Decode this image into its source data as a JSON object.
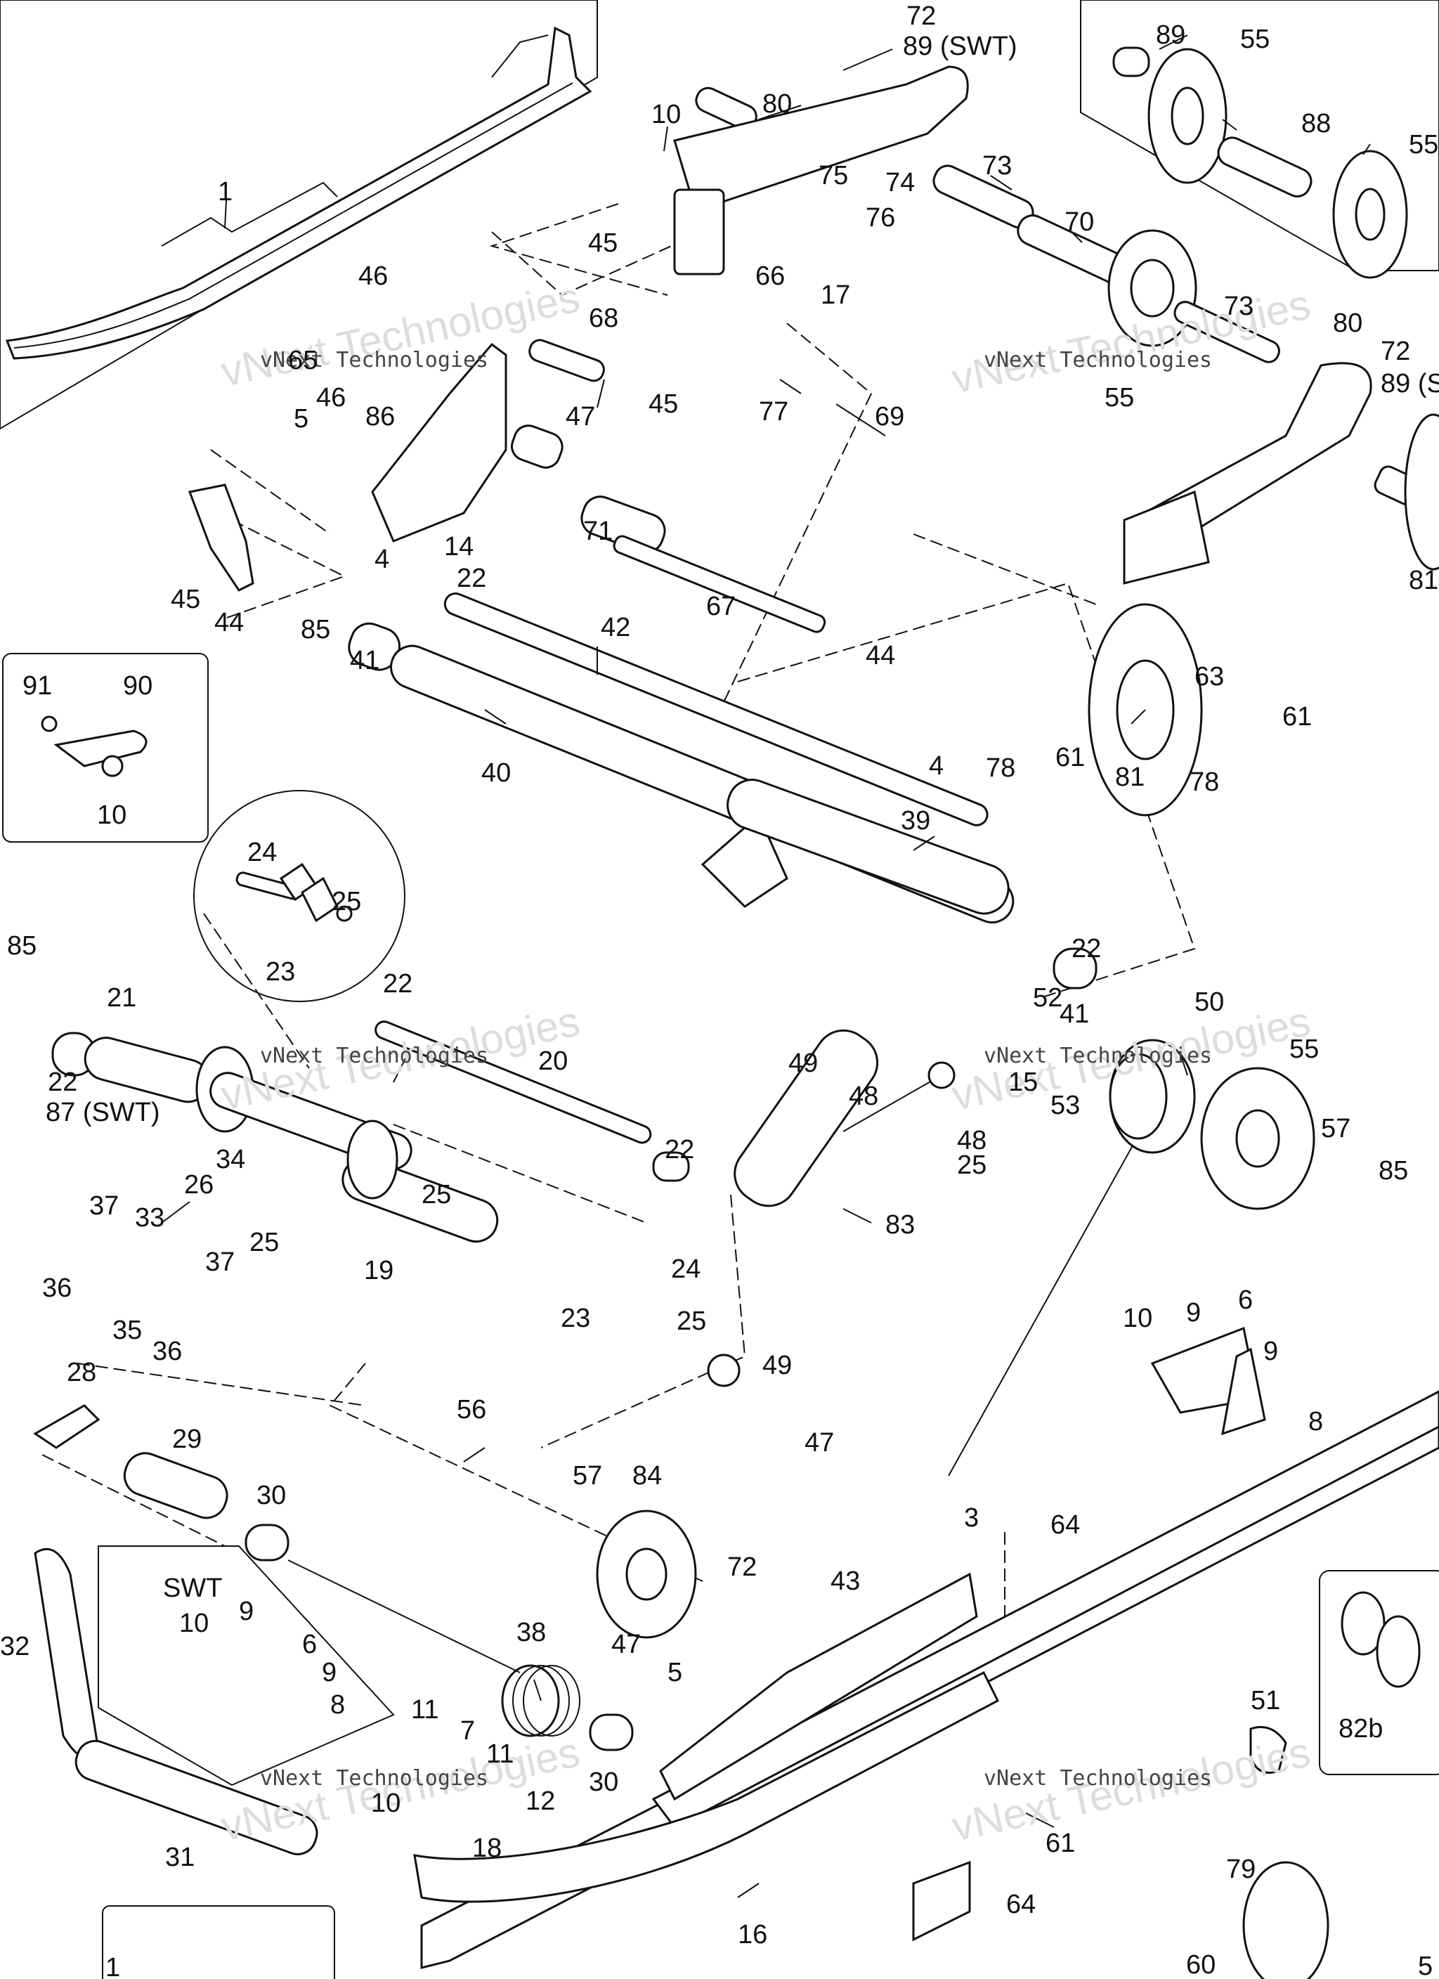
{
  "diagram": {
    "callouts": [
      {
        "id": "c1",
        "text": "1"
      },
      {
        "id": "c72a",
        "text": "72"
      },
      {
        "id": "c89swt",
        "text": "89 (SWT)"
      },
      {
        "id": "c80a",
        "text": "80"
      },
      {
        "id": "c10a",
        "text": "10"
      },
      {
        "id": "c89a",
        "text": "89"
      },
      {
        "id": "c55a",
        "text": "55"
      },
      {
        "id": "c88",
        "text": "88"
      },
      {
        "id": "c55b",
        "text": "55"
      },
      {
        "id": "c74",
        "text": "74"
      },
      {
        "id": "c75",
        "text": "75"
      },
      {
        "id": "c76",
        "text": "76"
      },
      {
        "id": "c73a",
        "text": "73"
      },
      {
        "id": "c70",
        "text": "70"
      },
      {
        "id": "c45a",
        "text": "45"
      },
      {
        "id": "c66",
        "text": "66"
      },
      {
        "id": "c17",
        "text": "17"
      },
      {
        "id": "c46a",
        "text": "46"
      },
      {
        "id": "c68",
        "text": "68"
      },
      {
        "id": "c65",
        "text": "65"
      },
      {
        "id": "c86",
        "text": "86"
      },
      {
        "id": "c47a",
        "text": "47"
      },
      {
        "id": "c45b",
        "text": "45"
      },
      {
        "id": "c77",
        "text": "77"
      },
      {
        "id": "c69",
        "text": "69"
      },
      {
        "id": "c55c",
        "text": "55"
      },
      {
        "id": "c73b",
        "text": "73"
      },
      {
        "id": "c80b",
        "text": "80"
      },
      {
        "id": "c72b",
        "text": "72"
      },
      {
        "id": "c89b",
        "text": "89 (S"
      },
      {
        "id": "c5a",
        "text": "5"
      },
      {
        "id": "c46b",
        "text": "46"
      },
      {
        "id": "c71",
        "text": "71"
      },
      {
        "id": "c14",
        "text": "14"
      },
      {
        "id": "c4a",
        "text": "4"
      },
      {
        "id": "c45c",
        "text": "45"
      },
      {
        "id": "c44a",
        "text": "44"
      },
      {
        "id": "c67",
        "text": "67"
      },
      {
        "id": "c81a",
        "text": "81"
      },
      {
        "id": "c22a",
        "text": "22"
      },
      {
        "id": "c85a",
        "text": "85"
      },
      {
        "id": "c41a",
        "text": "41"
      },
      {
        "id": "c42",
        "text": "42"
      },
      {
        "id": "c44b",
        "text": "44"
      },
      {
        "id": "c63",
        "text": "63"
      },
      {
        "id": "c61a",
        "text": "61"
      },
      {
        "id": "c4b",
        "text": "4"
      },
      {
        "id": "c78a",
        "text": "78"
      },
      {
        "id": "c61b",
        "text": "61"
      },
      {
        "id": "c81b",
        "text": "81"
      },
      {
        "id": "c78b",
        "text": "78"
      },
      {
        "id": "c91",
        "text": "91"
      },
      {
        "id": "c90",
        "text": "90"
      },
      {
        "id": "c10b",
        "text": "10"
      },
      {
        "id": "c40",
        "text": "40"
      },
      {
        "id": "c39",
        "text": "39"
      },
      {
        "id": "c24a",
        "text": "24"
      },
      {
        "id": "c25a",
        "text": "25"
      },
      {
        "id": "c23a",
        "text": "23"
      },
      {
        "id": "c85b",
        "text": "85"
      },
      {
        "id": "c21",
        "text": "21"
      },
      {
        "id": "c22b",
        "text": "22"
      },
      {
        "id": "c22c",
        "text": "22"
      },
      {
        "id": "c22d",
        "text": "22"
      },
      {
        "id": "c52",
        "text": "52"
      },
      {
        "id": "c41b",
        "text": "41"
      },
      {
        "id": "c50",
        "text": "50"
      },
      {
        "id": "c20",
        "text": "20"
      },
      {
        "id": "c49a",
        "text": "49"
      },
      {
        "id": "c48a",
        "text": "48"
      },
      {
        "id": "c15",
        "text": "15"
      },
      {
        "id": "c53",
        "text": "53"
      },
      {
        "id": "c55d",
        "text": "55"
      },
      {
        "id": "c87swt",
        "text": "87 (SWT)"
      },
      {
        "id": "c48b",
        "text": "48"
      },
      {
        "id": "c25b",
        "text": "25"
      },
      {
        "id": "c57a",
        "text": "57"
      },
      {
        "id": "c85c",
        "text": "85"
      },
      {
        "id": "c22e",
        "text": "22"
      },
      {
        "id": "c34",
        "text": "34"
      },
      {
        "id": "c26",
        "text": "26"
      },
      {
        "id": "c37a",
        "text": "37"
      },
      {
        "id": "c33",
        "text": "33"
      },
      {
        "id": "c25c",
        "text": "25"
      },
      {
        "id": "c25d",
        "text": "25"
      },
      {
        "id": "c83",
        "text": "83"
      },
      {
        "id": "c19",
        "text": "19"
      },
      {
        "id": "c36a",
        "text": "36"
      },
      {
        "id": "c37b",
        "text": "37"
      },
      {
        "id": "c24b",
        "text": "24"
      },
      {
        "id": "c23b",
        "text": "23"
      },
      {
        "id": "c35",
        "text": "35"
      },
      {
        "id": "c36b",
        "text": "36"
      },
      {
        "id": "c25e",
        "text": "25"
      },
      {
        "id": "c10c",
        "text": "10"
      },
      {
        "id": "c9a",
        "text": "9"
      },
      {
        "id": "c6a",
        "text": "6"
      },
      {
        "id": "c9b",
        "text": "9"
      },
      {
        "id": "c49b",
        "text": "49"
      },
      {
        "id": "c28",
        "text": "28"
      },
      {
        "id": "c8a",
        "text": "8"
      },
      {
        "id": "c56",
        "text": "56"
      },
      {
        "id": "c47b",
        "text": "47"
      },
      {
        "id": "c29",
        "text": "29"
      },
      {
        "id": "c57b",
        "text": "57"
      },
      {
        "id": "c84",
        "text": "84"
      },
      {
        "id": "c30a",
        "text": "30"
      },
      {
        "id": "c64a",
        "text": "64"
      },
      {
        "id": "c3",
        "text": "3"
      },
      {
        "id": "c43",
        "text": "43"
      },
      {
        "id": "cswt",
        "text": "SWT"
      },
      {
        "id": "c72c",
        "text": "72"
      },
      {
        "id": "c10d",
        "text": "10"
      },
      {
        "id": "c9c",
        "text": "9"
      },
      {
        "id": "c6b",
        "text": "6"
      },
      {
        "id": "c38",
        "text": "38"
      },
      {
        "id": "c32",
        "text": "32"
      },
      {
        "id": "c9d",
        "text": "9"
      },
      {
        "id": "c8b",
        "text": "8"
      },
      {
        "id": "c47c",
        "text": "47"
      },
      {
        "id": "c5b",
        "text": "5"
      },
      {
        "id": "c51",
        "text": "51"
      },
      {
        "id": "c82b",
        "text": "82b"
      },
      {
        "id": "c11a",
        "text": "11"
      },
      {
        "id": "c7",
        "text": "7"
      },
      {
        "id": "c11b",
        "text": "11"
      },
      {
        "id": "c30b",
        "text": "30"
      },
      {
        "id": "c10e",
        "text": "10"
      },
      {
        "id": "c12",
        "text": "12"
      },
      {
        "id": "c61c",
        "text": "61"
      },
      {
        "id": "c31",
        "text": "31"
      },
      {
        "id": "c18",
        "text": "18"
      },
      {
        "id": "c79",
        "text": "79"
      },
      {
        "id": "c16",
        "text": "16"
      },
      {
        "id": "c64b",
        "text": "64"
      },
      {
        "id": "c60",
        "text": "60"
      },
      {
        "id": "c5edge",
        "text": "5"
      },
      {
        "id": "c1edge",
        "text": "1"
      }
    ],
    "watermarks": [
      {
        "id": "w1",
        "text": "vNext Technologies"
      },
      {
        "id": "w2",
        "text": "vNext Technologies"
      },
      {
        "id": "w3",
        "text": "vNext Technologies"
      },
      {
        "id": "w4",
        "text": "vNext Technologies"
      },
      {
        "id": "w5",
        "text": "vNext Technologies"
      },
      {
        "id": "w6",
        "text": "vNext Technologies"
      }
    ]
  }
}
